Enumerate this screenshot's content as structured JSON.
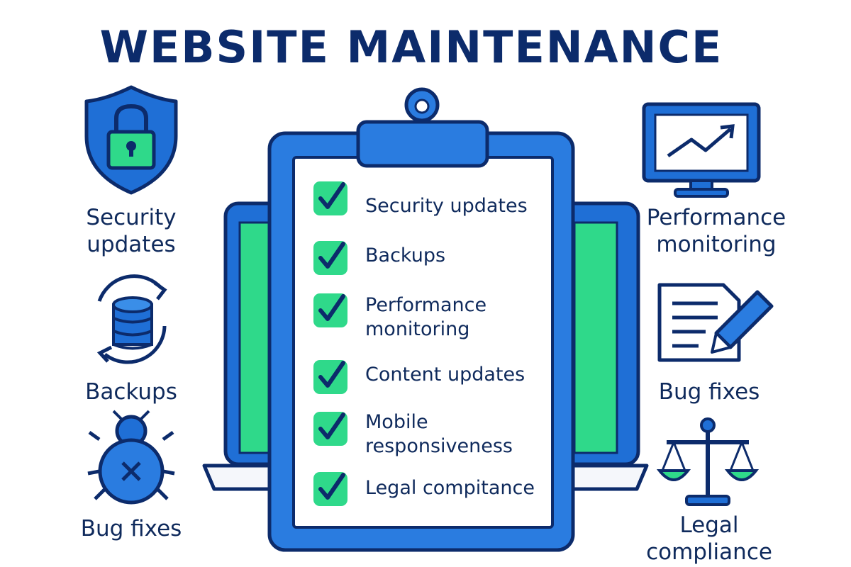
{
  "title": "WEBSITE MAINTENANCE",
  "colors": {
    "navy": "#0c2b6b",
    "blue": "#1f6fd6",
    "light_blue": "#3a8ee8",
    "green": "#2fd98a",
    "green_light": "#5ee6a5",
    "paper": "#ffffff"
  },
  "left_items": [
    {
      "icon": "shield-lock-icon",
      "label_lines": [
        "Security",
        "updates"
      ]
    },
    {
      "icon": "database-sync-icon",
      "label_lines": [
        "Backups"
      ]
    },
    {
      "icon": "bug-icon",
      "label_lines": [
        "Bug fixes"
      ]
    }
  ],
  "right_items": [
    {
      "icon": "monitor-chart-icon",
      "label_lines": [
        "Performance",
        "monitoring"
      ]
    },
    {
      "icon": "document-pencil-icon",
      "label_lines": [
        "Bug fixes"
      ]
    },
    {
      "icon": "scales-icon",
      "label_lines": [
        "Legal",
        "compliance"
      ]
    }
  ],
  "checklist": [
    {
      "lines": [
        "Security updates"
      ],
      "checked": true
    },
    {
      "lines": [
        "Backups"
      ],
      "checked": true
    },
    {
      "lines": [
        "Performance",
        "monitoring"
      ],
      "checked": true
    },
    {
      "lines": [
        "Content updates"
      ],
      "checked": true
    },
    {
      "lines": [
        "Mobile",
        "responsiveness"
      ],
      "checked": true
    },
    {
      "lines": [
        "Legal compitance"
      ],
      "checked": true
    }
  ]
}
